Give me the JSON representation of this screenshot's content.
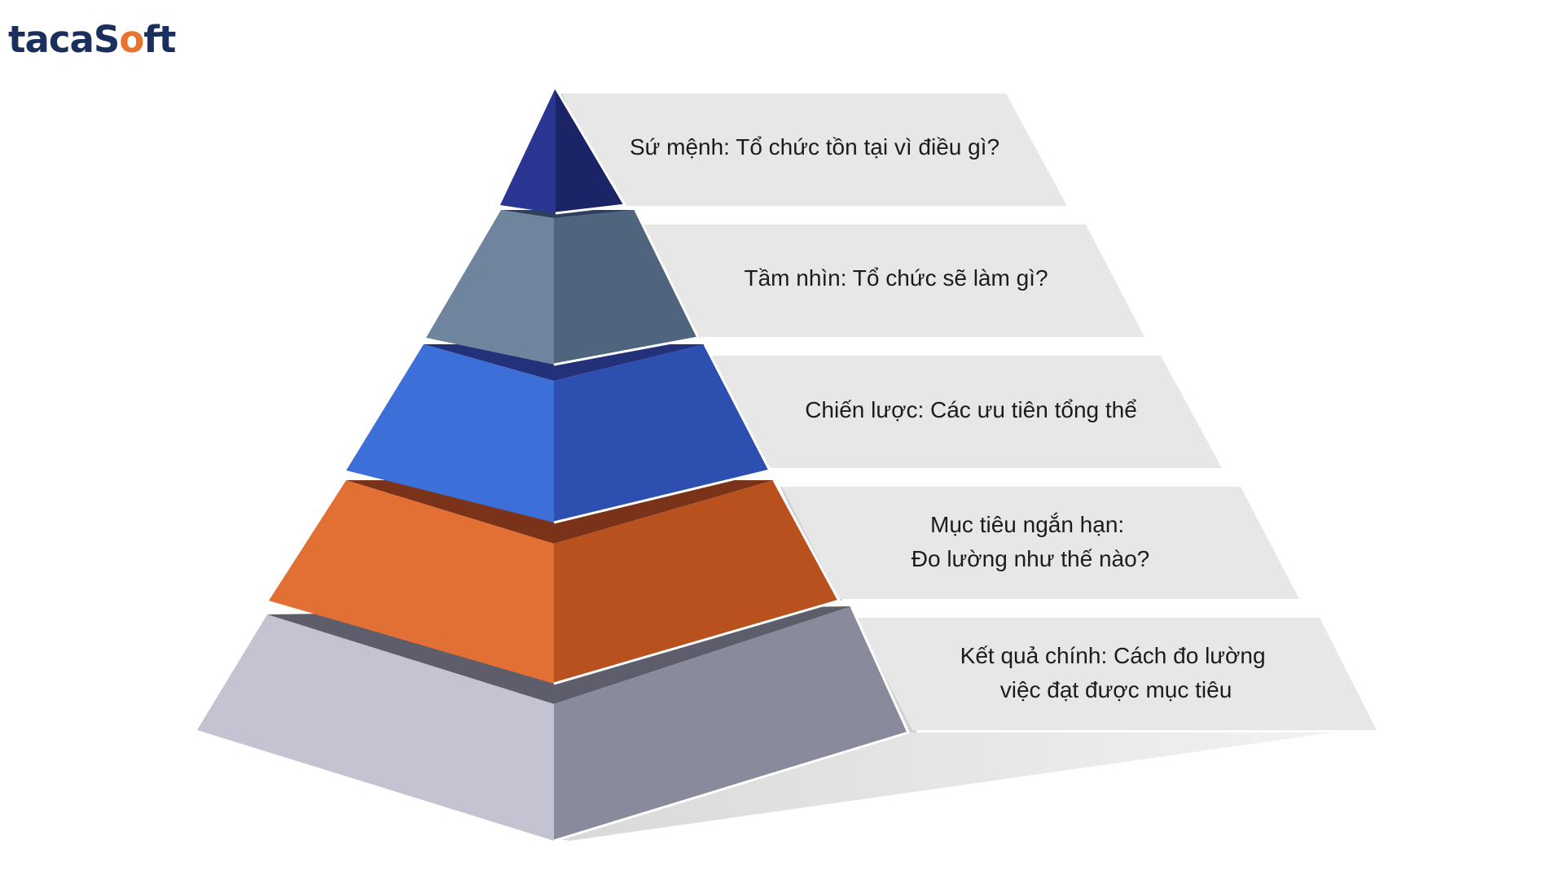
{
  "brand": {
    "logo_part1": "taca",
    "logo_part2": "S",
    "logo_accent": "o",
    "logo_part3": "ft",
    "colors": {
      "navy": "#1b2f5e",
      "orange": "#e8722f"
    }
  },
  "pyramid": {
    "levels": [
      {
        "lines": [
          "Sứ mệnh: Tổ chức tồn tại vì điều gì?"
        ],
        "colors": {
          "left": "#2a3592",
          "right": "#1b2466"
        }
      },
      {
        "lines": [
          "Tầm nhìn: Tổ chức sẽ làm gì?"
        ],
        "colors": {
          "left": "#6f849d",
          "right": "#4f647d",
          "top": "#2f3f5e"
        }
      },
      {
        "lines": [
          "Chiến lược: Các ưu tiên tổng thể"
        ],
        "colors": {
          "left": "#3d6fd8",
          "right": "#2c4fb0",
          "top": "#22317a"
        }
      },
      {
        "lines": [
          "Mục tiêu ngắn hạn:",
          "Đo lường như thế nào?"
        ],
        "colors": {
          "left": "#e27035",
          "right": "#b8511d",
          "top": "#7a3318"
        }
      },
      {
        "lines": [
          "Kết quả chính: Cách đo lường",
          "việc đạt được mục tiêu"
        ],
        "colors": {
          "left": "#c3c3d1",
          "right": "#8a8a9d",
          "top": "#5d5d6b"
        }
      }
    ]
  }
}
